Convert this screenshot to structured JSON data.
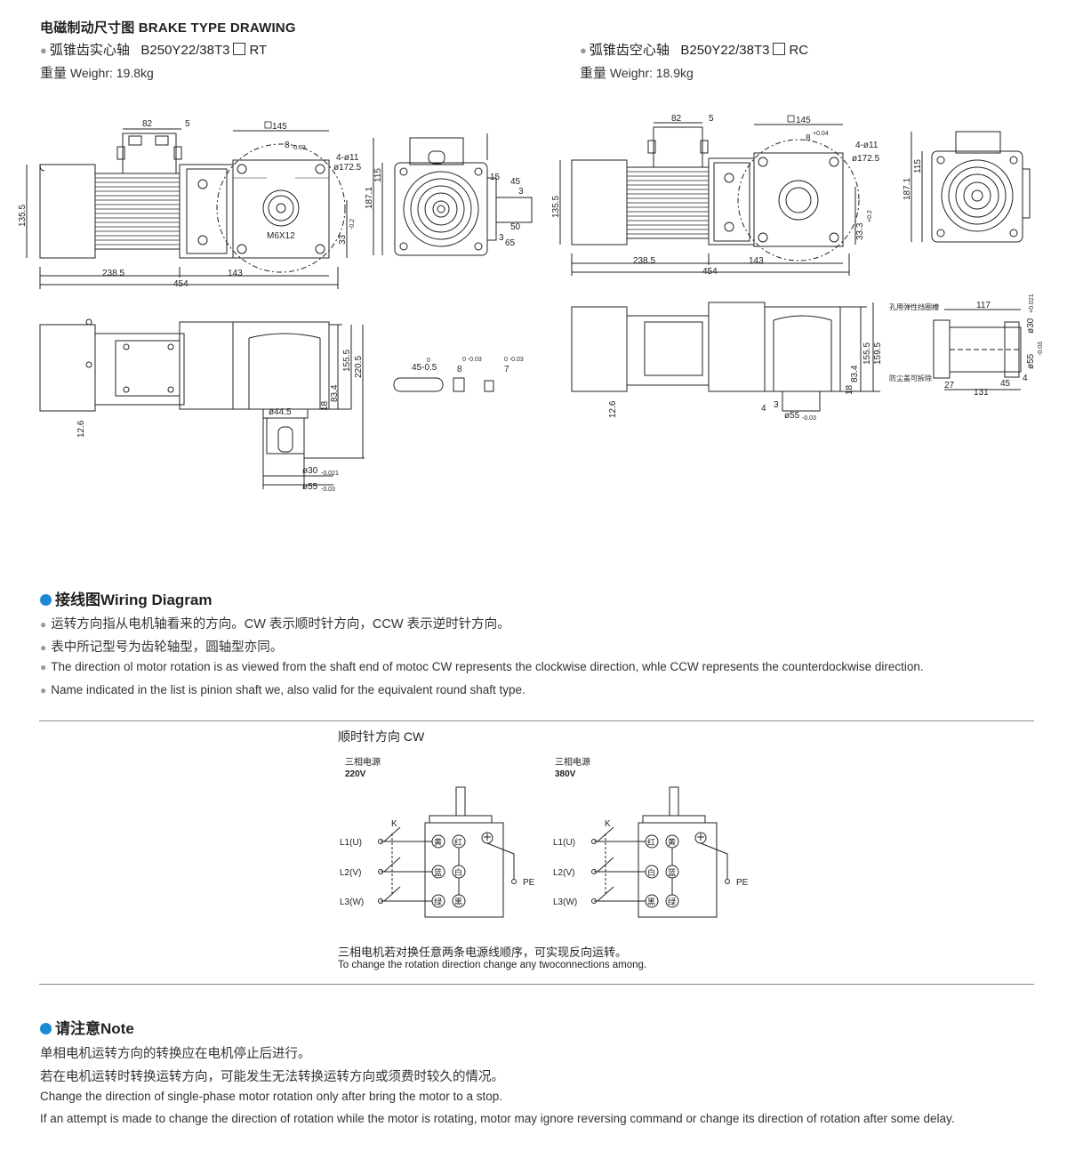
{
  "drawing": {
    "title": "电磁制动尺寸图 BRAKE TYPE DRAWING",
    "left": {
      "subtitle_prefix": "弧锥齿实心轴",
      "model": "B250Y22/38T3",
      "suffix": "RT",
      "weight_zh": "重量",
      "weight_en": "Weighr: 19.8kg"
    },
    "right": {
      "subtitle_prefix": "弧锥齿空心轴",
      "model": "B250Y22/38T3",
      "suffix": "RC",
      "weight_zh": "重量",
      "weight_en": "Weighr: 18.9kg"
    },
    "dims_left": {
      "d82": "82",
      "d5": "5",
      "d145": "145",
      "d8": "8",
      "d8tol": "-0.03",
      "holes": "4-ø11",
      "pcd": "ø172.5",
      "d135": "135.5",
      "m6": "M6X12",
      "d33": "33",
      "d33tol": "-0.2",
      "d238": "238.5",
      "d143": "143",
      "d454": "454",
      "d187": "187.1",
      "d115": "115",
      "d15": "15",
      "d45": "45",
      "d3": "3",
      "d50": "50",
      "d3b": "3",
      "d65": "65",
      "key1": "45-0.5",
      "key1b": "0",
      "key2": "8",
      "key2tol": "0 -0.03",
      "key3": "7",
      "key3tol": "0 -0.03",
      "d155": "155.5",
      "d220": "220.5",
      "d834": "83.4",
      "d18": "18",
      "d126": "12.6",
      "d445": "ø44.5",
      "d30": "ø30",
      "d30tol": "-0.021",
      "d55": "ø55",
      "d55tol": "-0.03"
    },
    "dims_right": {
      "d82": "82",
      "d5": "5",
      "d145": "145",
      "d8": "8",
      "d8tol": "+0.04",
      "holes": "4-ø11",
      "pcd": "ø172.5",
      "d135": "135.5",
      "d33": "33.3",
      "d33tol": "+0.2",
      "d238": "238.5",
      "d143": "143",
      "d454": "454",
      "d187": "187.1",
      "d115": "115",
      "d155": "155.5",
      "d159": "159.5",
      "d834": "83.4",
      "d18": "18",
      "d126": "12.6",
      "d4": "4",
      "d3": "3",
      "d55": "ø55",
      "d55tol": "-0.03",
      "shaft_label1": "孔用弹性挡圈槽",
      "shaft_label2": "防尘盖可拆除",
      "s117": "117",
      "s30": "ø30",
      "s30tol": "+0.021",
      "s55": "ø55",
      "s55tol": "-0.03",
      "s27": "27",
      "s45": "45",
      "s4": "4",
      "s131": "131"
    }
  },
  "wiring": {
    "title_zh": "接线图",
    "title_en": "Wiring Diagram",
    "bullets": [
      "运转方向指从电机轴看来的方向。CW 表示顺时针方向，CCW 表示逆时针方向。",
      "表中所记型号为齿轮轴型，圆轴型亦同。",
      "The direction ol motor rotation is as viewed from the shaft end of motoc CW represents the clockwise direction, whle CCW represents the counterdockwise direction.",
      "Name indicated in the list is pinion shaft we, also valid for the equivalent round shaft type."
    ],
    "cw_label": "顺时针方向 CW",
    "d1": {
      "phase": "三相电源",
      "voltage": "220V",
      "k": "K",
      "l1": "L1(U)",
      "l2": "L2(V)",
      "l3": "L3(W)",
      "pe": "PE",
      "t1a": "黄",
      "t1b": "红",
      "t2a": "蓝",
      "t2b": "白",
      "t3a": "绿",
      "t3b": "黑"
    },
    "d2": {
      "phase": "三相电源",
      "voltage": "380V",
      "k": "K",
      "l1": "L1(U)",
      "l2": "L2(V)",
      "l3": "L3(W)",
      "pe": "PE",
      "t1a": "红",
      "t1b": "黄",
      "t2a": "白",
      "t2b": "蓝",
      "t3a": "黑",
      "t3b": "绿"
    },
    "caption_zh": "三相电机若对换任意两条电源线顺序，可实现反向运转。",
    "caption_en": "To change the rotation direction change any twoconnections among."
  },
  "note": {
    "title_zh": "请注意",
    "title_en": "Note",
    "lines": [
      "单相电机运转方向的转换应在电机停止后进行。",
      "若在电机运转时转换运转方向，可能发生无法转换运转方向或须费时较久的情况。",
      "Change the direction of single-phase motor rotation only after bring the motor to a stop.",
      "If an attempt is made to change the direction of rotation while the motor is rotating, motor may ignore reversing command or change its direction of rotation after some delay."
    ]
  }
}
